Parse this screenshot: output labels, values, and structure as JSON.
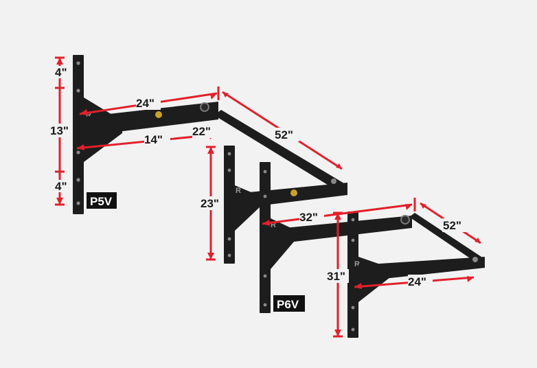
{
  "colors": {
    "background": "#f2f2f2",
    "steel": "#1d1d1d",
    "dimension_red": "#e3202a"
  },
  "models": {
    "p5v": {
      "label": "P5V"
    },
    "p6v": {
      "label": "P6V"
    }
  },
  "dimensions": {
    "p5v_top_offset": "4\"",
    "p5v_post_spacing": "13\"",
    "p5v_bottom_offset": "4\"",
    "p5v_arm_top": "24\"",
    "p5v_arm_bottom": "14\"",
    "p5v_bar_span": "22\"",
    "p5v_bar_length": "52\"",
    "p6v_post_height": "23\"",
    "p6v_arm_top": "32\"",
    "p6v_bar_length": "52\"",
    "p6v_post_height_2": "31\"",
    "p6v_arm_bottom": "24\""
  }
}
